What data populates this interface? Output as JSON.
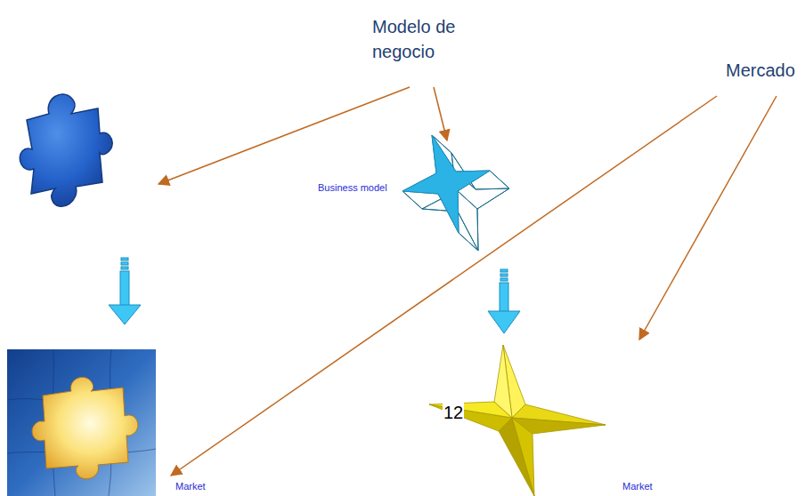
{
  "diagram": {
    "labels": [
      "Modelo de negocio",
      "Mercado",
      "Business model",
      "12",
      "Market",
      "Market"
    ]
  }
}
